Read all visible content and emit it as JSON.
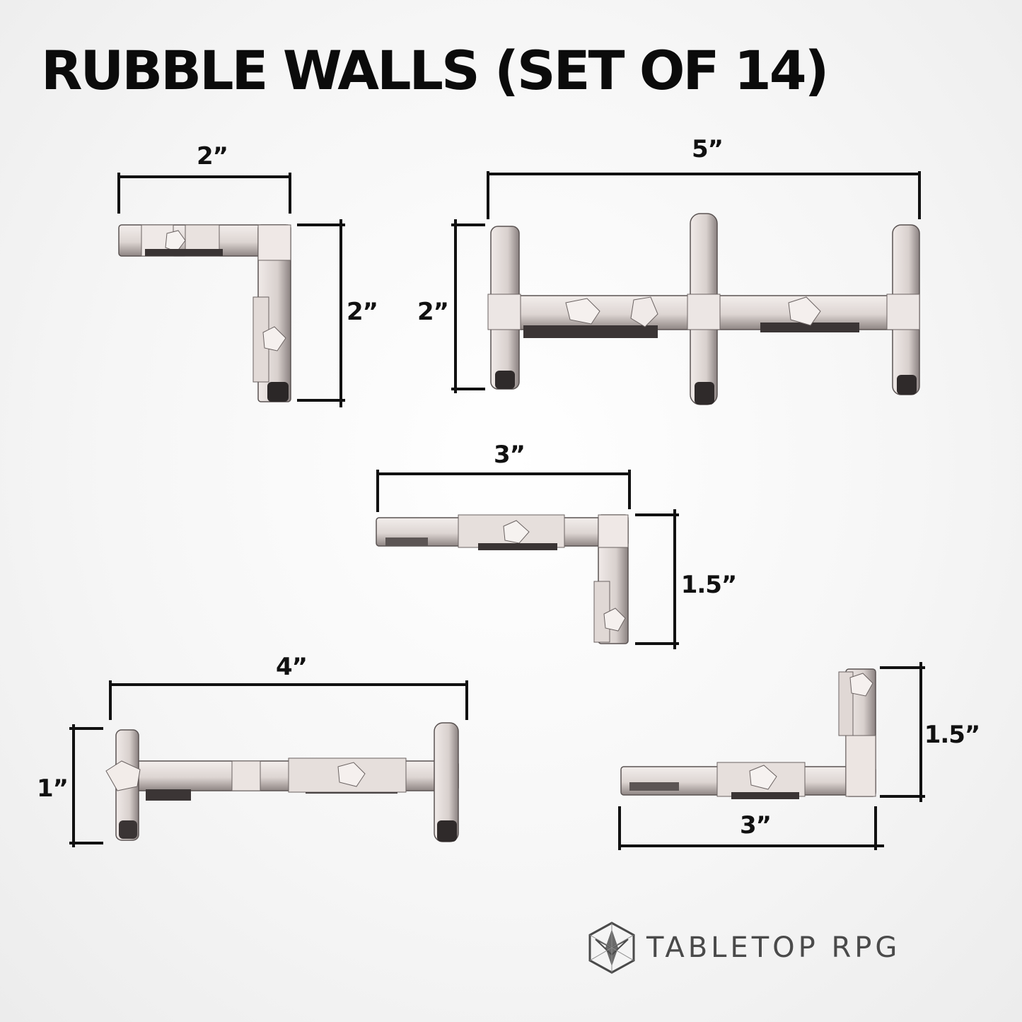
{
  "title": "RUBBLE WALLS (SET OF 14)",
  "pieces": [
    {
      "id": "corner-2x2",
      "width_label": "2”",
      "height_label": "2”"
    },
    {
      "id": "triple-5x2",
      "width_label": "5”",
      "height_label": "2”"
    },
    {
      "id": "corner-3x1-5",
      "width_label": "3”",
      "height_label": "1.5”"
    },
    {
      "id": "double-4x1",
      "width_label": "4”",
      "height_label": "1”"
    },
    {
      "id": "corner-3x1-5-b",
      "width_label": "3”",
      "height_label": "1.5”"
    }
  ],
  "brand": {
    "name": "TABLETOP RPG",
    "logo_icon": "hexagon-star-logo-icon"
  },
  "colors": {
    "stone": "#e6e0dd",
    "stone_shadow": "#7d7472",
    "stone_dark": "#2a2626",
    "line": "#111111"
  }
}
